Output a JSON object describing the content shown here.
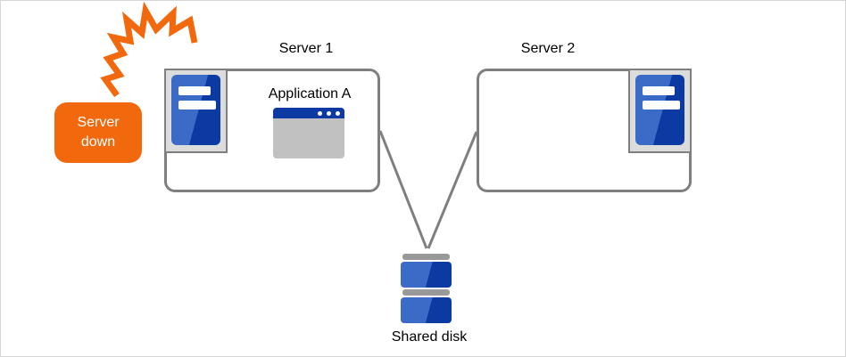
{
  "diagram": {
    "title_context": "two-server cluster with shared disk, server 1 failed",
    "server1": {
      "label": "Server 1"
    },
    "server2": {
      "label": "Server 2"
    },
    "application": {
      "label": "Application A"
    },
    "shared_disk": {
      "label": "Shared disk"
    },
    "alert": {
      "label": "Server down"
    }
  },
  "icons": {
    "server1_icon": "server-tower-icon",
    "server2_icon": "server-tower-icon",
    "application_icon": "app-window-icon",
    "shared_disk_icon": "disk-stack-icon",
    "crash_icon": "lightning-crack-icon"
  },
  "colors": {
    "alert_orange": "#f2690d",
    "server_blue_light": "#3a6bc7",
    "server_blue_dark": "#0b3aa3",
    "app_titlebar_blue": "#0c3aa2",
    "box_border_gray": "#7f7f7f",
    "icon_frame_gray": "#dcdcdc",
    "app_body_gray": "#c1c1c1",
    "disk_cap_gray": "#999999",
    "canvas_border": "#d6d6d6"
  }
}
